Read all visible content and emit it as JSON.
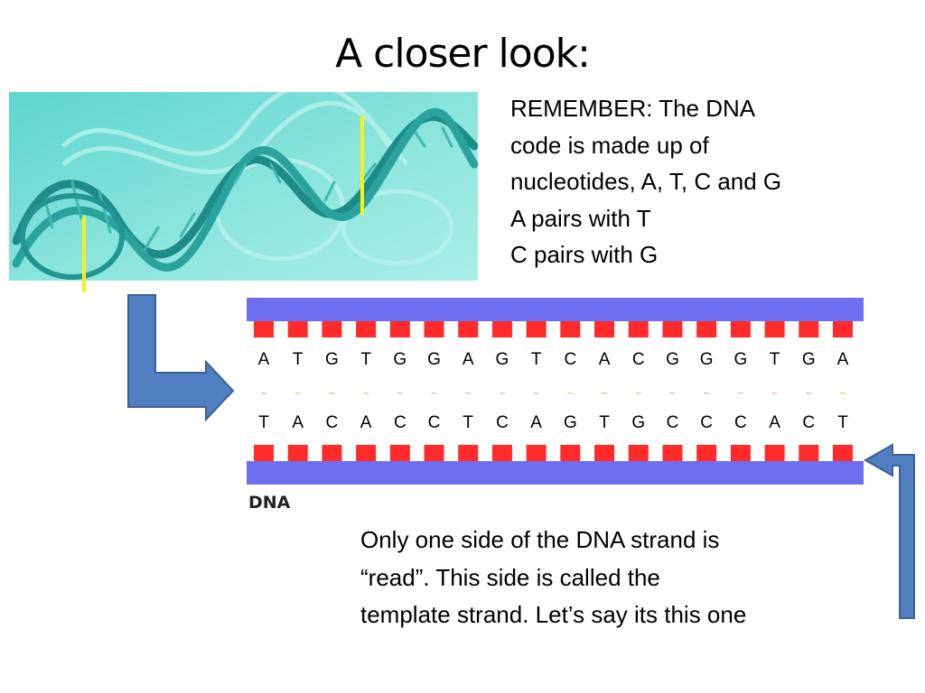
{
  "slide": {
    "title": "A closer look:",
    "remember_lines": [
      "REMEMBER: The DNA",
      "code is made up of",
      "nucleotides, A, T, C and G",
      "A pairs with T",
      "C pairs with G"
    ],
    "bottom_lines": [
      "Only one side of the DNA strand is",
      "“read”.  This side is called the",
      "template strand.  Let’s say its this one"
    ]
  },
  "dna_diagram": {
    "top_strand": [
      "A",
      "T",
      "G",
      "T",
      "G",
      "G",
      "A",
      "G",
      "T",
      "C",
      "A",
      "C",
      "G",
      "G",
      "G",
      "T",
      "G",
      "A"
    ],
    "bottom_strand": [
      "T",
      "A",
      "C",
      "A",
      "C",
      "C",
      "T",
      "C",
      "A",
      "G",
      "T",
      "G",
      "C",
      "C",
      "C",
      "A",
      "C",
      "T"
    ],
    "label": "DNA",
    "backbone_color": "#6d6ff0",
    "base_color": "#ff2a2a",
    "arrow_color": "#4f7fc0",
    "marker_color": "#f7f01a"
  }
}
